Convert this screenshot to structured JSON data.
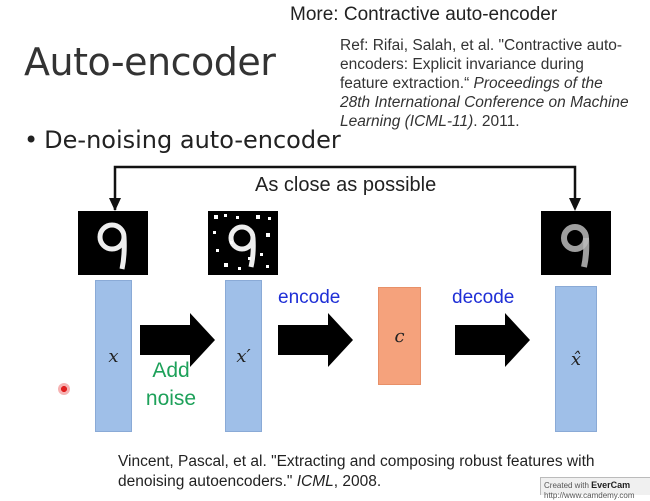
{
  "slide": {
    "title": "Auto-encoder",
    "more_title": "More: Contractive auto-encoder",
    "ref_prefix": "Ref: Rifai, Salah, et al. \"Contractive auto-encoders: Explicit invariance during feature extraction.“ ",
    "ref_venue": "Proceedings of the 28th International Conference on Machine Learning (ICML-11)",
    "ref_suffix": ". 2011.",
    "bullet": "De-noising auto-encoder",
    "close_label": "As close as possible"
  },
  "diagram": {
    "input_var": "x",
    "noisy_var": "x′",
    "code_var": "c",
    "output_var": "x̂",
    "add_noise_line1": "Add",
    "add_noise_line2": "noise",
    "encode_label": "encode",
    "decode_label": "decode"
  },
  "citation": {
    "text": "Vincent, Pascal, et al. \"Extracting and composing robust features with denoising autoencoders.\" ",
    "venue": "ICML",
    "suffix": ", 2008."
  },
  "watermark": {
    "prefix": "Created with ",
    "brand": "EverCam",
    "url": "http://www.camdemy.com"
  },
  "colors": {
    "bar_blue": "#9fbfe8",
    "code_orange": "#f5a27c",
    "label_blue": "#1f2fd6",
    "noise_green": "#1ea15a"
  }
}
